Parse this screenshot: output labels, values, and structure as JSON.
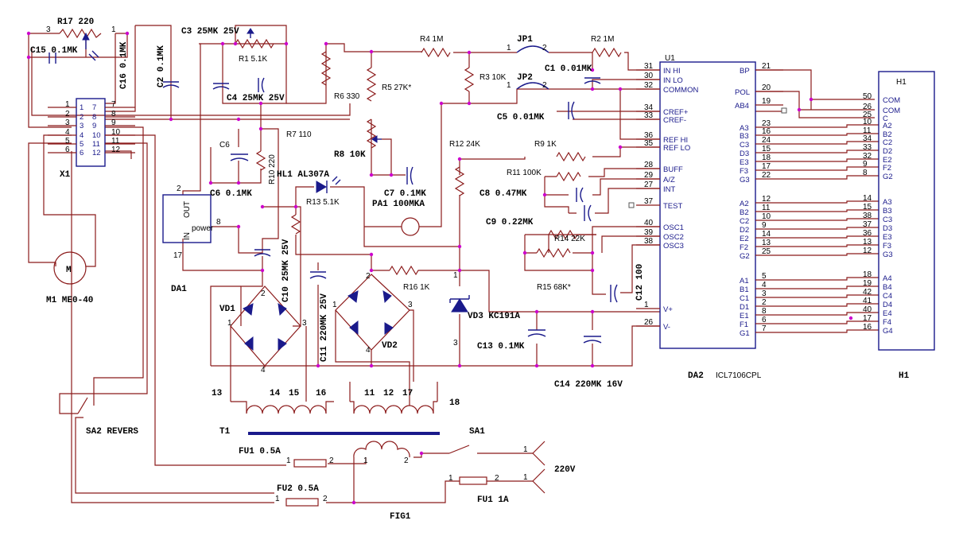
{
  "figure_label": "FIG1",
  "chip": {
    "ref": "DA2",
    "part": "ICL7106CPL",
    "u": "U1",
    "left_pins": [
      {
        "num": "31",
        "name": "IN HI"
      },
      {
        "num": "30",
        "name": "IN LO"
      },
      {
        "num": "32",
        "name": "COMMON"
      },
      {
        "num": "34",
        "name": "CREF+"
      },
      {
        "num": "33",
        "name": "CREF-"
      },
      {
        "num": "36",
        "name": "REF HI"
      },
      {
        "num": "35",
        "name": "REF LO"
      },
      {
        "num": "28",
        "name": "BUFF"
      },
      {
        "num": "29",
        "name": "A/Z"
      },
      {
        "num": "27",
        "name": "INT"
      },
      {
        "num": "37",
        "name": "TEST"
      },
      {
        "num": "40",
        "name": "OSC1"
      },
      {
        "num": "39",
        "name": "OSC2"
      },
      {
        "num": "38",
        "name": "OSC3"
      },
      {
        "num": "1",
        "name": "V+"
      },
      {
        "num": "26",
        "name": "V-"
      }
    ],
    "right_pins": [
      {
        "num": "21",
        "name": "BP"
      },
      {
        "num": "20",
        "name": "POL"
      },
      {
        "num": "19",
        "name": "AB4"
      },
      {
        "num": "23",
        "name": "A3"
      },
      {
        "num": "16",
        "name": "B3"
      },
      {
        "num": "24",
        "name": "C3"
      },
      {
        "num": "15",
        "name": "D3"
      },
      {
        "num": "18",
        "name": "E3"
      },
      {
        "num": "17",
        "name": "F3"
      },
      {
        "num": "22",
        "name": "G3"
      },
      {
        "num": "12",
        "name": "A2"
      },
      {
        "num": "11",
        "name": "B2"
      },
      {
        "num": "10",
        "name": "C2"
      },
      {
        "num": "9",
        "name": "D2"
      },
      {
        "num": "14",
        "name": "E2"
      },
      {
        "num": "13",
        "name": "F2"
      },
      {
        "num": "25",
        "name": "G2"
      },
      {
        "num": "5",
        "name": "A1"
      },
      {
        "num": "4",
        "name": "B1"
      },
      {
        "num": "3",
        "name": "C1"
      },
      {
        "num": "2",
        "name": "D1"
      },
      {
        "num": "8",
        "name": "E1"
      },
      {
        "num": "6",
        "name": "F1"
      },
      {
        "num": "7",
        "name": "G1"
      }
    ]
  },
  "display": {
    "ref": "H1",
    "bottom_label": "H1",
    "pins": [
      {
        "num": "50",
        "name": "COM"
      },
      {
        "num": "26",
        "name": "COM"
      },
      {
        "num": "25",
        "name": "C"
      },
      {
        "num": "10",
        "name": "A2"
      },
      {
        "num": "11",
        "name": "B2"
      },
      {
        "num": "34",
        "name": "C2"
      },
      {
        "num": "33",
        "name": "D2"
      },
      {
        "num": "32",
        "name": "E2"
      },
      {
        "num": "9",
        "name": "F2"
      },
      {
        "num": "8",
        "name": "G2"
      },
      {
        "num": "14",
        "name": "A3"
      },
      {
        "num": "15",
        "name": "B3"
      },
      {
        "num": "38",
        "name": "C3"
      },
      {
        "num": "37",
        "name": "D3"
      },
      {
        "num": "36",
        "name": "E3"
      },
      {
        "num": "13",
        "name": "F3"
      },
      {
        "num": "12",
        "name": "G3"
      },
      {
        "num": "18",
        "name": "A4"
      },
      {
        "num": "19",
        "name": "B4"
      },
      {
        "num": "42",
        "name": "C4"
      },
      {
        "num": "41",
        "name": "D4"
      },
      {
        "num": "40",
        "name": "E4"
      },
      {
        "num": "17",
        "name": "F4"
      },
      {
        "num": "16",
        "name": "G4"
      }
    ]
  },
  "connector": {
    "ref": "X1",
    "left_nums": [
      "1",
      "2",
      "3",
      "4",
      "5",
      "6"
    ],
    "right_nums": [
      "7",
      "8",
      "9",
      "10",
      "11",
      "12"
    ],
    "inner_left": [
      "1",
      "2",
      "3",
      "4",
      "5",
      "6"
    ],
    "inner_right": [
      "7",
      "8",
      "9",
      "10",
      "11",
      "12"
    ],
    "outer_right": [
      "7",
      "8",
      "9",
      "10",
      "11",
      "12"
    ]
  },
  "regulator": {
    "ref": "DA1",
    "out": "OUT",
    "in": "IN",
    "label": "power",
    "pin2": "2",
    "pin8": "8",
    "pin17": "17"
  },
  "motor": {
    "symbol": "M",
    "label": "M1 ME0-40"
  },
  "labels": {
    "r17": "R17 220",
    "r17_p3": "3",
    "r17_p1": "1",
    "c15": "C15 0.1MK",
    "c16": "C16 0.1MK",
    "c2": "C2 0.1MK",
    "c3": "C3 25MK 25V",
    "r1": "R1 5.1K",
    "c4": "C4 25MK 25V",
    "r6": "R6 330",
    "r4": "R4 1M",
    "r2": "R2 1M",
    "jp1": "JP1",
    "jp2": "JP2",
    "jp_p1": "1",
    "jp_p2": "2",
    "jp2_p1": "1",
    "jp2_p2": "2",
    "r5": "R5 27K*",
    "r3": "R3 10K",
    "c1": "C1 0.01MK",
    "c5": "C5 0.01MK",
    "r7": "R7 110",
    "c6a": "C6",
    "c6b": "C6 0.1MK",
    "r10": "R10 220",
    "r8": "R8 10K",
    "c7": "C7 0.1MK",
    "pa1": "PA1 100MKA",
    "r12": "R12 24K",
    "r9": "R9 1K",
    "r11": "R11 100K",
    "c8": "C8 0.47MK",
    "c9": "C9 0.22MK",
    "r14": "R14 22K",
    "r15": "R15 68K*",
    "c12": "C12 100",
    "hl1": "HL1 AL307A",
    "r13": "R13 5.1K",
    "c10": "C10 25MK 25V",
    "vd1": "VD1",
    "c11": "C11 220MK 25V",
    "vd2": "VD2",
    "r16": "R16 1K",
    "vd3": "VD3 KC191A",
    "c13": "C13 0.1MK",
    "c14": "C14 220MK 16V",
    "t1": "T1",
    "sa1": "SA1",
    "sa2": "SA2 REVERS",
    "fu1a": "FU1 0.5A",
    "fu2": "FU2 0.5A",
    "fu1b": "FU1 1A",
    "v220": "220V",
    "w13": "13",
    "w14": "14",
    "w15": "15",
    "w16": "16",
    "w11": "11",
    "w12": "12",
    "w17": "17",
    "w18": "18",
    "b1": "1",
    "b2": "2",
    "b3": "3",
    "b4": "4",
    "b21": "1",
    "b22": "2",
    "b23": "3",
    "b24": "4",
    "vd3_1": "1",
    "vd3_3": "3",
    "fu_p1": "1",
    "fu_p2": "2",
    "pr_p1": "1",
    "pr_p2": "2",
    "fu2_p1": "1",
    "fu2_p2": "2",
    "fb_p1": "1",
    "fb_p2": "2",
    "plug1": "1",
    "plug2": "1"
  }
}
